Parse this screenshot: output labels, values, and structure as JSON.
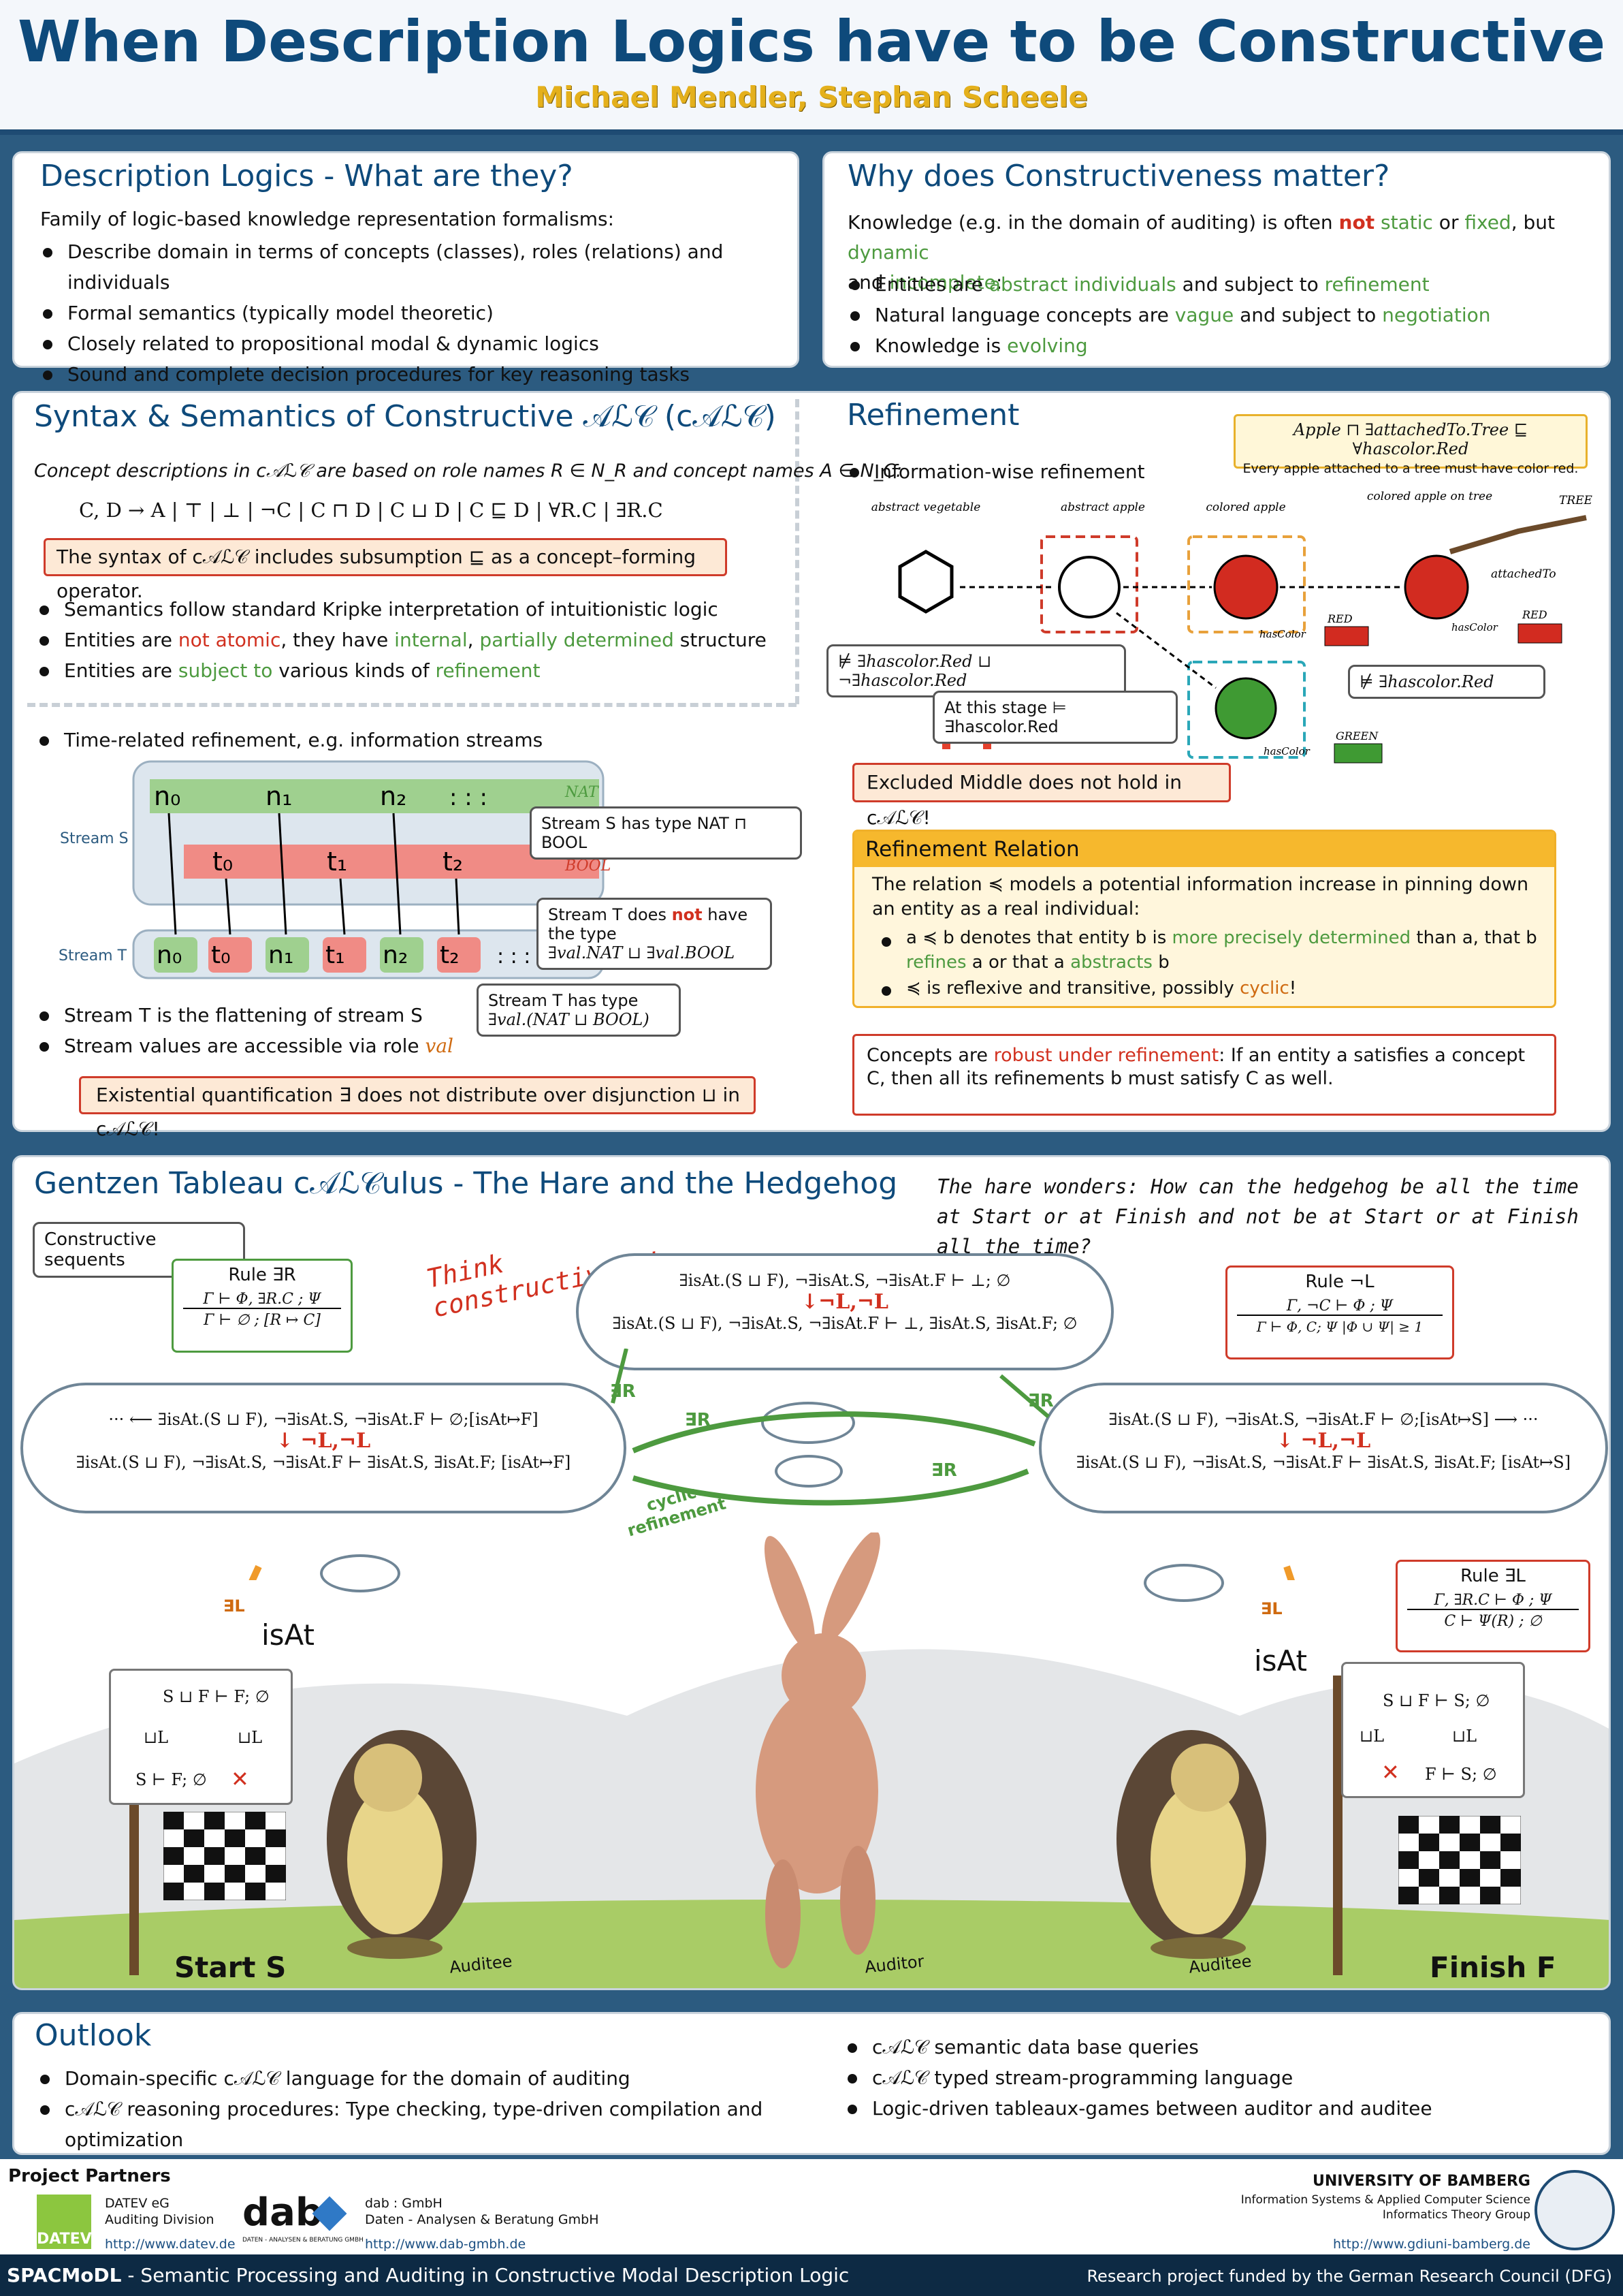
{
  "header": {
    "title": "When Description Logics have to be Constructive",
    "authors": "Michael Mendler, Stephan Scheele"
  },
  "dl": {
    "title": "Description Logics - What are they?",
    "intro": "Family of logic-based knowledge representation formalisms:",
    "items": [
      "Describe domain in terms of concepts (classes), roles (relations) and individuals",
      "Formal semantics (typically model theoretic)",
      "Closely related to propositional modal & dynamic logics",
      "Sound and complete decision procedures for key reasoning tasks"
    ]
  },
  "why": {
    "title": "Why does Constructiveness matter?",
    "intro": {
      "a": "Knowledge (e.g. in the domain of auditing) is often ",
      "not": "not",
      "b": " ",
      "static": "static",
      "c": " or ",
      "fixed": "fixed",
      "d": ", but ",
      "dynamic": "dynamic",
      "e": "and ",
      "incomplete": "incomplete",
      "f": ":"
    },
    "items": [
      {
        "a": "Entities are ",
        "g1": "abstract individuals",
        "b": " and subject to ",
        "g2": "refinement"
      },
      {
        "a": "Natural language concepts are ",
        "g1": "vague",
        "b": " and subject to ",
        "g2": "negotiation"
      },
      {
        "a": "Knowledge is ",
        "g1": "evolving",
        "b": "",
        "g2": ""
      }
    ]
  },
  "syntax": {
    "title": "Syntax & Semantics of Constructive 𝒜ℒ𝒞 (c𝒜ℒ𝒞)",
    "intro": "Concept descriptions in c𝒜ℒ𝒞 are based on role names R ∈ N_R and concept names A ∈ N_C:",
    "grammar": "C, D → A | ⊤ | ⊥ | ¬C | C ⊓ D | C ⊔ D | C ⊑ D | ∀R.C | ∃R.C",
    "box": "The syntax of c𝒜ℒ𝒞 includes subsumption ⊑ as a concept–forming operator.",
    "b1": "Semantics follow standard Kripke interpretation of intuitionistic logic",
    "b2": {
      "a": "Entities are ",
      "r": "not atomic",
      "b": ", they have ",
      "g1": "internal",
      "c": ", ",
      "g2": "partially determined",
      "d": " structure"
    },
    "b3": {
      "a": "Entities are ",
      "g1": "subject to",
      "b": " various kinds of ",
      "g2": "refinement"
    }
  },
  "refinement": {
    "title": "Refinement",
    "bullet": "Information-wise refinement",
    "rule": "Apple ⊓ ∃attachedTo.Tree ⊑ ∀hascolor.Red",
    "rule_note": "Every apple attached to a tree must have color red.",
    "labels": [
      "abstract vegetable",
      "abstract apple",
      "colored apple",
      "colored apple on tree"
    ],
    "tree": "TREE",
    "attached": "attachedTo",
    "red1": "RED",
    "red2": "RED",
    "green": "GREEN",
    "hascolor": "hasColor",
    "callout1": "⊭ ∃hascolor.Red ⊔ ¬∃hascolor.Red",
    "callout2": "At this stage ⊨ ∃hascolor.Red",
    "callout3": "⊭ ∃hascolor.Red",
    "excluded": "Excluded Middle does not hold in c𝒜ℒ𝒞!"
  },
  "relation": {
    "title": "Refinement Relation",
    "text": "The relation ≼ models a potential information increase in pinning down an entity as a real individual:",
    "i1": {
      "a": "a ≼ b denotes that entity b is ",
      "g": "more precisely determined",
      "b": " than a,  that b ",
      "g2": "refines",
      "c": " a or that a ",
      "g3": "abstracts",
      "d": " b"
    },
    "i2": {
      "a": "≼ is reflexive and transitive, possibly ",
      "o": "cyclic",
      "b": "!"
    },
    "robust": {
      "a": "Concepts are ",
      "r": "robust under refinement",
      "b": ":  If an entity a satisfies a concept C, then all its refinements b must satisfy C as well."
    }
  },
  "stream": {
    "bullet": "Time-related refinement, e.g. information streams",
    "streamS": "Stream S",
    "streamT": "Stream T",
    "n": [
      "n₀",
      "n₁",
      "n₂"
    ],
    "t": [
      "t₀",
      "t₁",
      "t₂"
    ],
    "dots": ": : :",
    "nat": "NAT",
    "bool": "BOOL",
    "c1": "Stream S has type NAT ⊓ BOOL",
    "c2a": "Stream T does ",
    "c2not": "not",
    "c2b": " have the type",
    "c2c": "∃val.NAT ⊔ ∃val.BOOL",
    "c3a": "Stream T has type",
    "c3b": "∃val.(NAT ⊔ BOOL)",
    "b1": "Stream T is the flattening of stream S",
    "b2": {
      "a": "Stream values are accessible via role ",
      "o": "val"
    },
    "box": "Existential quantification ∃ does not distribute over disjunction ⊔  in c𝒜ℒ𝒞!",
    "seqT": [
      "n₀",
      "t₀",
      "n₁",
      "t₁",
      "n₂",
      "t₂"
    ]
  },
  "gentzen": {
    "title": "Gentzen Tableau c𝒜ℒ𝒞ulus - The Hare and the Hedgehog",
    "hare": "The hare wonders: How can the hedgehog be all the time at Start or at Finish and not be at Start or at Finish all the time?",
    "constructive": "Constructive sequents",
    "think1": "Think",
    "think2": "constructively!",
    "ruleR": {
      "name": "Rule ∃R",
      "top": "Γ ⊢ Φ, ∃R.C ; Ψ",
      "bot": "Γ ⊢ ∅ ; [R ↦ C]"
    },
    "ruleNot": {
      "name": "Rule ¬L",
      "top": "Γ, ¬C ⊢ Φ ; Ψ",
      "bot": "Γ ⊢ Φ, C; Ψ      |Φ ∪ Ψ| ≥ 1"
    },
    "ruleL": {
      "name": "Rule ∃L",
      "top": "Γ, ∃R.C ⊢ Φ ; Ψ",
      "bot": "C ⊢ Ψ(R) ; ∅"
    },
    "cloudTop": {
      "a": "∃isAt.(S ⊔ F), ¬∃isAt.S, ¬∃isAt.F ⊢ ⊥; ∅",
      "step": "↓¬L,¬L",
      "b": "∃isAt.(S ⊔ F), ¬∃isAt.S, ¬∃isAt.F ⊢ ⊥, ∃isAt.S, ∃isAt.F; ∅"
    },
    "cloudLeft": {
      "a": "··· ⟵ ∃isAt.(S ⊔ F), ¬∃isAt.S, ¬∃isAt.F ⊢ ∅;[isAt↦F]",
      "step": "↓ ¬L,¬L",
      "b": "∃isAt.(S ⊔ F), ¬∃isAt.S, ¬∃isAt.F ⊢ ∃isAt.S, ∃isAt.F; [isAt↦F]"
    },
    "cloudRight": {
      "a": "∃isAt.(S ⊔ F), ¬∃isAt.S, ¬∃isAt.F ⊢ ∅;[isAt↦S] ⟶ ···",
      "step": "↓ ¬L,¬L",
      "b": "∃isAt.(S ⊔ F), ¬∃isAt.S, ¬∃isAt.F ⊢ ∃isAt.S, ∃isAt.F; [isAt↦S]"
    },
    "er": "∃R",
    "el": "∃L",
    "cyclic": "cyclic refinement",
    "isAt": "isAt",
    "flagL": {
      "top": "S ⊔ F ⊢ F; ∅",
      "ul": "⊔L",
      "ur": "⊔L",
      "bot": "S ⊢ F; ∅",
      "x": "✕"
    },
    "flagR": {
      "top": "S ⊔ F ⊢ S; ∅",
      "ul": "⊔L",
      "ur": "⊔L",
      "bot": "F ⊢ S; ∅",
      "x": "✕"
    },
    "start": "Start S",
    "finish": "Finish F",
    "auditee": "Auditee",
    "auditor": "Auditor"
  },
  "outlook": {
    "title": "Outlook",
    "left": [
      "Domain-specific c𝒜ℒ𝒞 language for the domain of auditing",
      "c𝒜ℒ𝒞 reasoning procedures: Type checking, type-driven compilation and optimization"
    ],
    "right": [
      "c𝒜ℒ𝒞 semantic data base queries",
      "c𝒜ℒ𝒞 typed stream-programming language",
      "Logic-driven tableaux-games between auditor and auditee"
    ]
  },
  "partners": {
    "title": "Project Partners",
    "datev": "DATEV",
    "datev_name": "DATEV eG",
    "datev_div": "Auditing Division",
    "datev_url": "http://www.datev.de",
    "dab": "dab",
    "dab_sub": "DATEN - ANALYSEN & BERATUNG GMBH",
    "dab_name": "dab : GmbH",
    "dab_div": "Daten - Analysen & Beratung GmbH",
    "dab_url": "http://www.dab-gmbh.de",
    "uni": "UNIVERSITY OF BAMBERG",
    "uni1": "Information Systems & Applied Computer Science",
    "uni2": "Informatics Theory Group",
    "uni_url": "http://www.gdiuni-bamberg.de"
  },
  "footer": {
    "left": "SPACMoDL",
    "left_rest": " - Semantic Processing and Auditing in Constructive Modal Description Logic",
    "right": "Research project funded by the German Research Council (DFG)"
  }
}
